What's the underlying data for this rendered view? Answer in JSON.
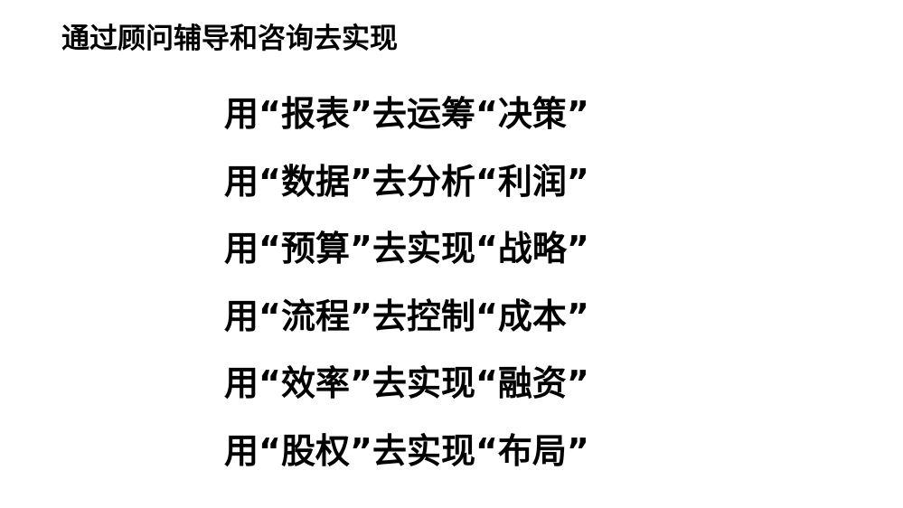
{
  "title": "通过顾问辅导和咨询去实现",
  "lines": [
    "用“报表”去运筹“决策”",
    "用“数据”去分析“利润”",
    "用“预算”去实现“战略”",
    "用“流程”去控制“成本”",
    "用“效率”去实现“融资”",
    "用“股权”去实现“布局”"
  ]
}
